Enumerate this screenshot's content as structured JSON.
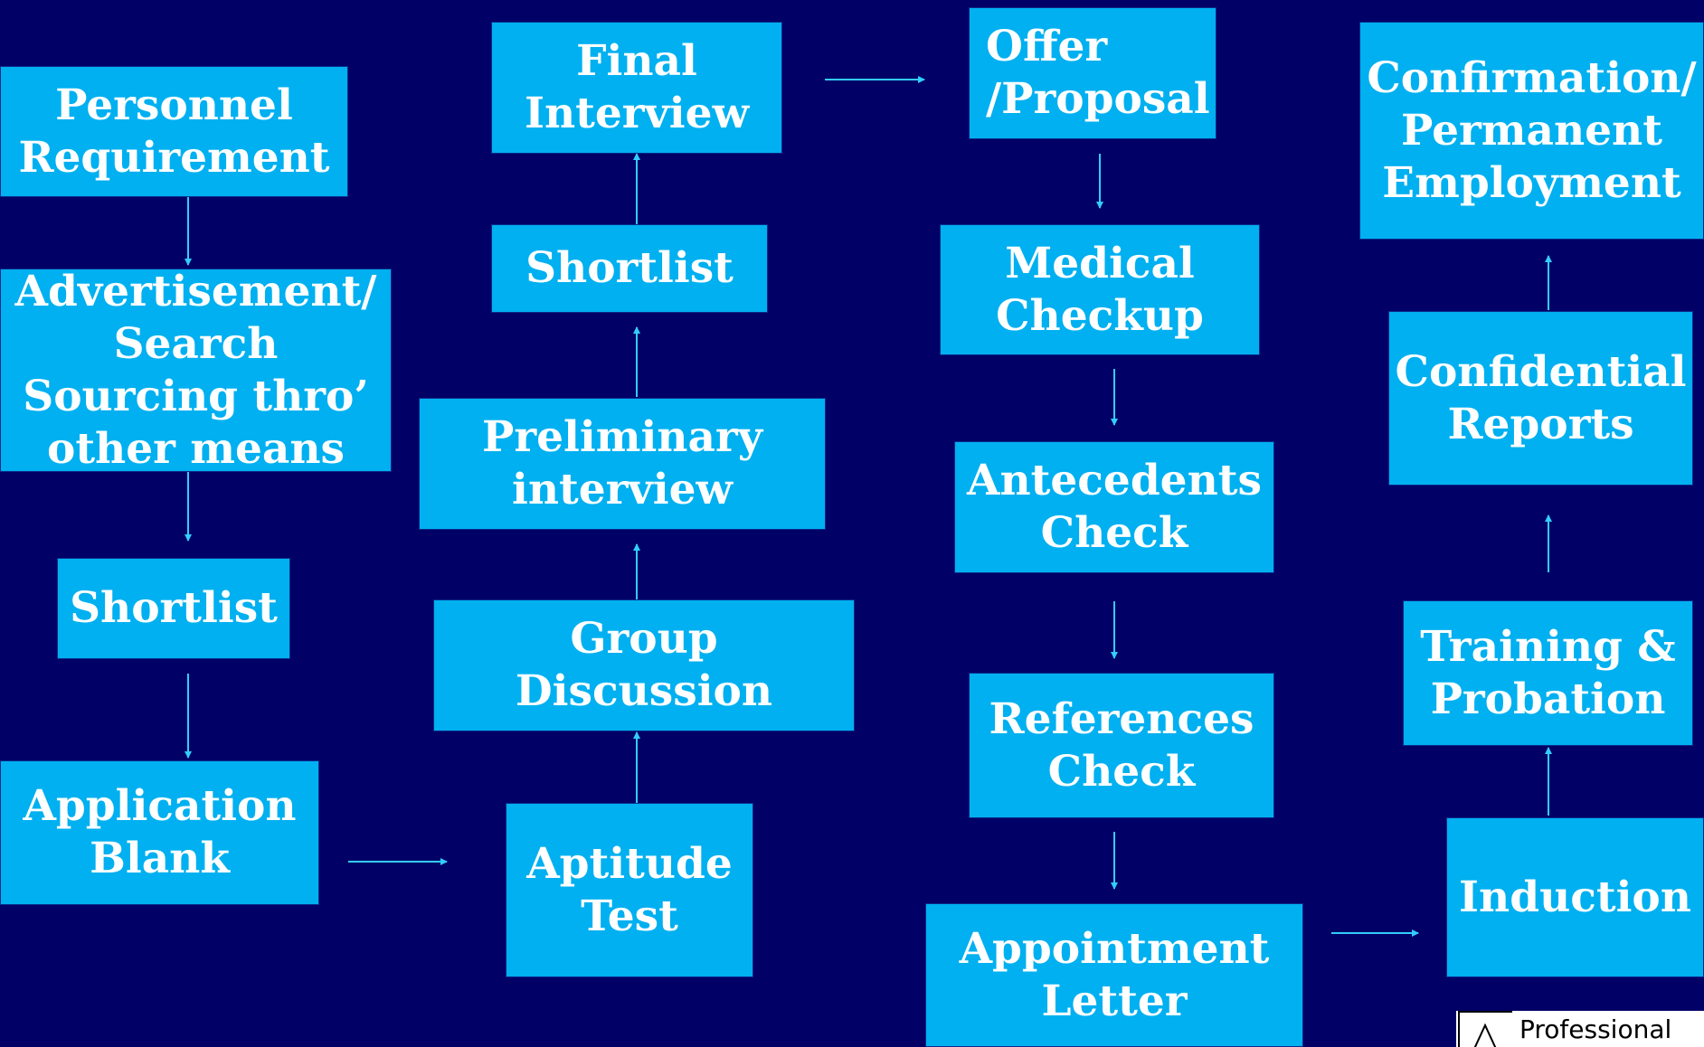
{
  "colors": {
    "background": "#000066",
    "box_fill": "#00B0F0",
    "box_text": "#FFFFFF",
    "arrow": "#33CCFF"
  },
  "boxes": {
    "personnel_requirement": "Personnel\nRequirement",
    "advertisement": "Advertisement/\nSearch\nSourcing thro’\nother means",
    "shortlist_1": "Shortlist",
    "application_blank": "Application\nBlank",
    "aptitude_test": "Aptitude\nTest",
    "group_discussion": "Group\nDiscussion",
    "preliminary_interview": "Preliminary\ninterview",
    "shortlist_2": "Shortlist",
    "final_interview": "Final\nInterview",
    "offer_proposal": "Offer\n/Proposal",
    "medical_checkup": "Medical\nCheckup",
    "antecedents_check": "Antecedents\nCheck",
    "references_check": "References\nCheck",
    "appointment_letter": "Appointment\nLetter",
    "induction": "Induction",
    "training_probation": "Training &\nProbation",
    "confidential_reports": "Confidential\nReports",
    "confirmation": "Confirmation/\nPermanent\nEmployment"
  },
  "badge": {
    "icon": "professional-logo-icon",
    "text": "Professional"
  }
}
